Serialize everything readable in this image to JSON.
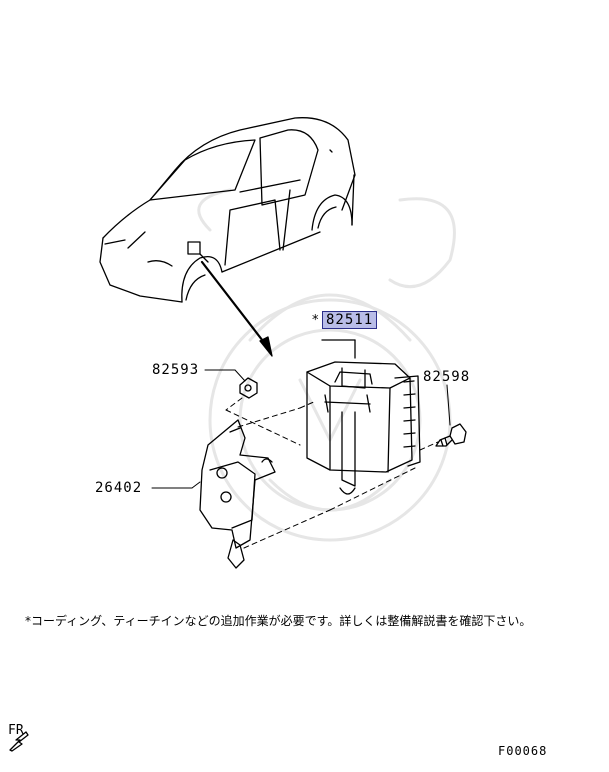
{
  "parts": {
    "ecu": {
      "number": "82511",
      "marker": "*"
    },
    "nut": {
      "number": "82593"
    },
    "bolt": {
      "number": "82598"
    },
    "bracket": {
      "number": "26402"
    }
  },
  "note": "*コーディング、ティーチインなどの追加作業が必要です。詳しくは整備解説書を確認下さい。",
  "direction": {
    "label": "FR"
  },
  "figure_code": "F00068",
  "colors": {
    "highlight": "#b9bde8",
    "highlight_border": "#2c2f8a",
    "watermark": "#e6e6e6"
  }
}
